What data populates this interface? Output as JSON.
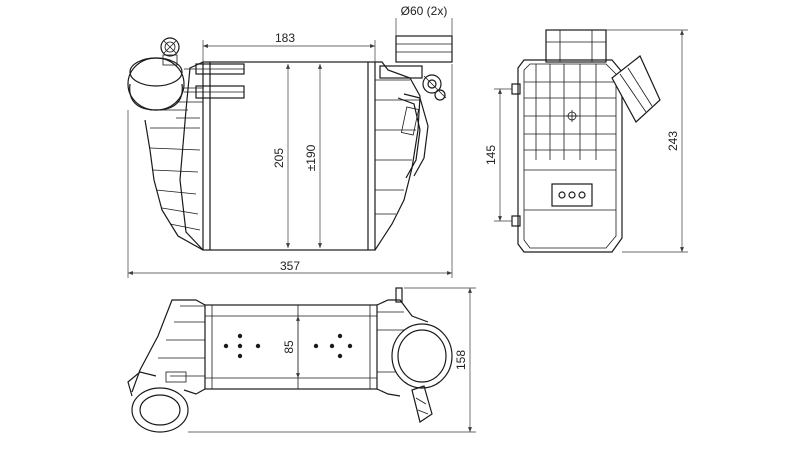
{
  "dimensions": {
    "width_top": "183",
    "pipe_diameter": "Ø60 (2x)",
    "height_core": "205",
    "height_core_tol": "±190",
    "width_total": "357",
    "side_height_inner": "145",
    "side_height_total": "243",
    "bottom_depth_core": "85",
    "bottom_depth_total": "158"
  },
  "colors": {
    "line": "#1a1a1a",
    "background": "#ffffff"
  }
}
